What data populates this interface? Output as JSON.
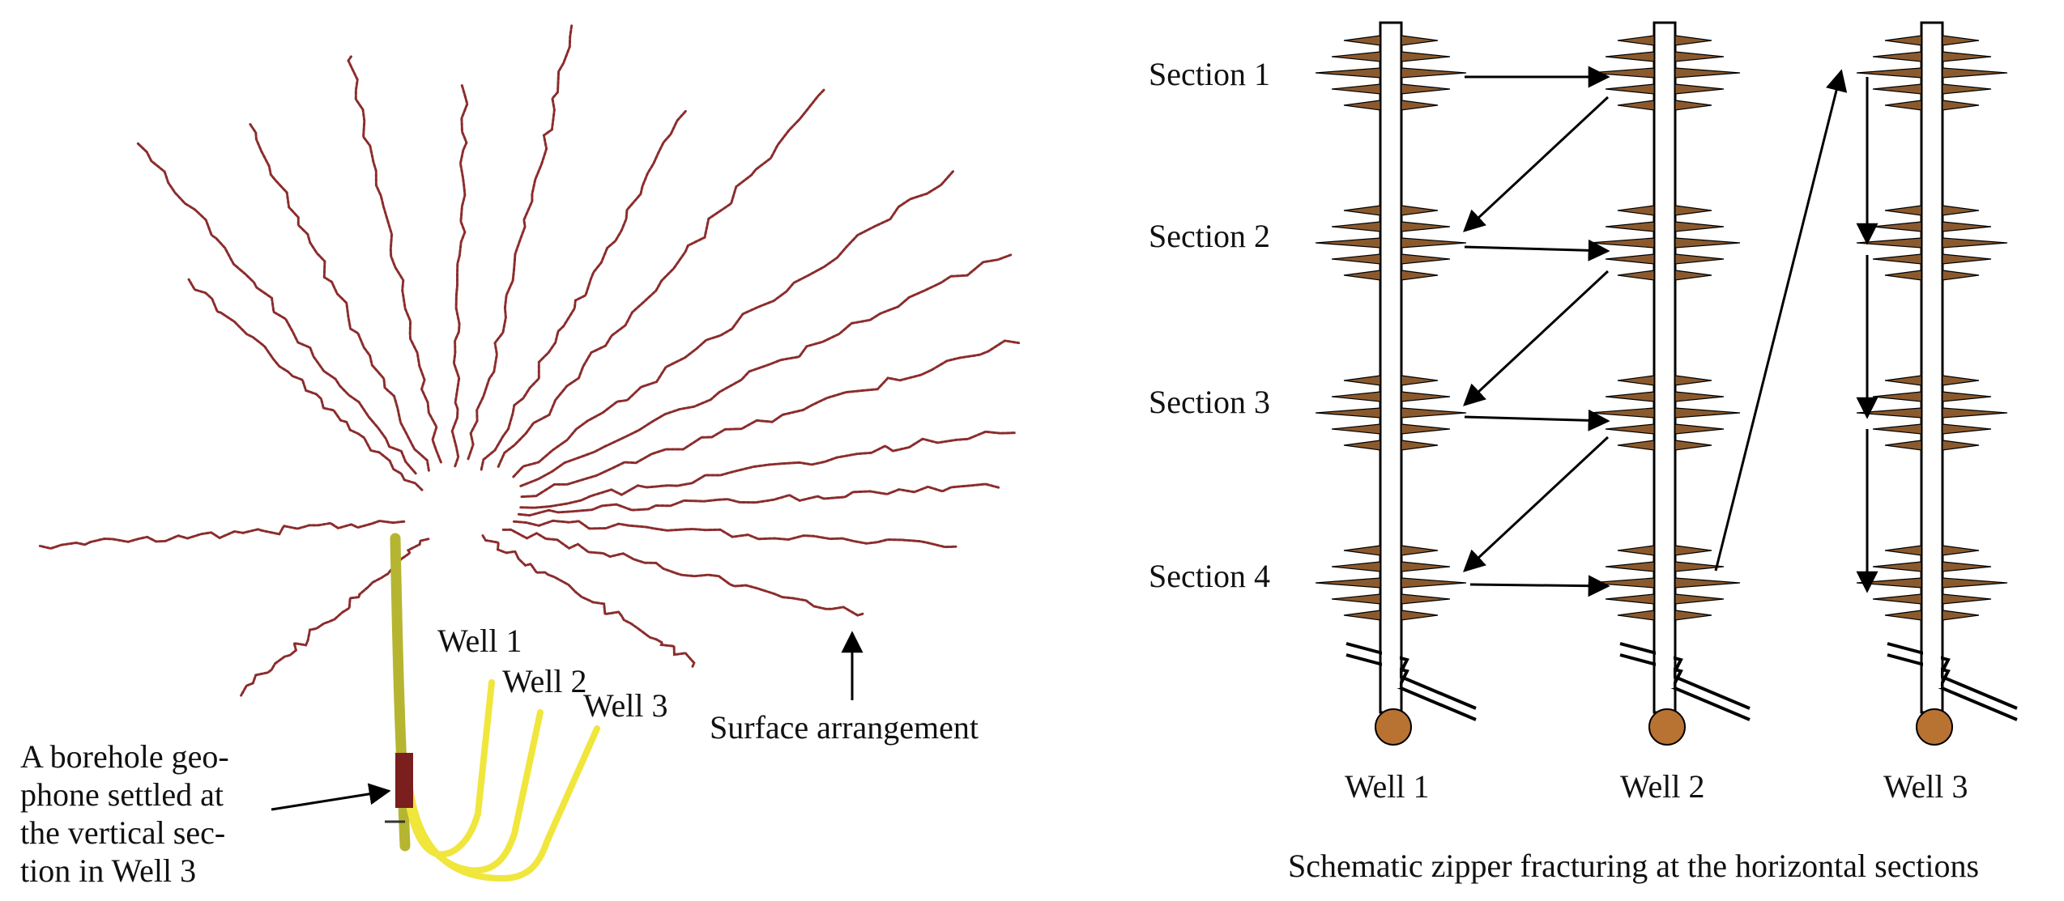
{
  "left_panel": {
    "well_labels": [
      "Well 1",
      "Well 2",
      "Well 3"
    ],
    "surface_label": "Surface arrangement",
    "geophone_label_lines": [
      "A borehole geo-",
      "phone settled at",
      "the vertical sec-",
      "tion in Well 3"
    ]
  },
  "right_panel": {
    "section_labels": [
      "Section 1",
      "Section 2",
      "Section 3",
      "Section 4"
    ],
    "well_labels": [
      "Well 1",
      "Well 2",
      "Well 3"
    ],
    "caption": "Schematic zipper fracturing at the horizontal sections"
  },
  "colors": {
    "fracture_line": "#8b2c2c",
    "well_yellow": "#f0e63c",
    "vertical_well": "#b5b531",
    "geophone": "#7a1e1e",
    "frac_wing": "#8a5a2e",
    "well_toe": "#b87333",
    "arrow": "#000000"
  }
}
